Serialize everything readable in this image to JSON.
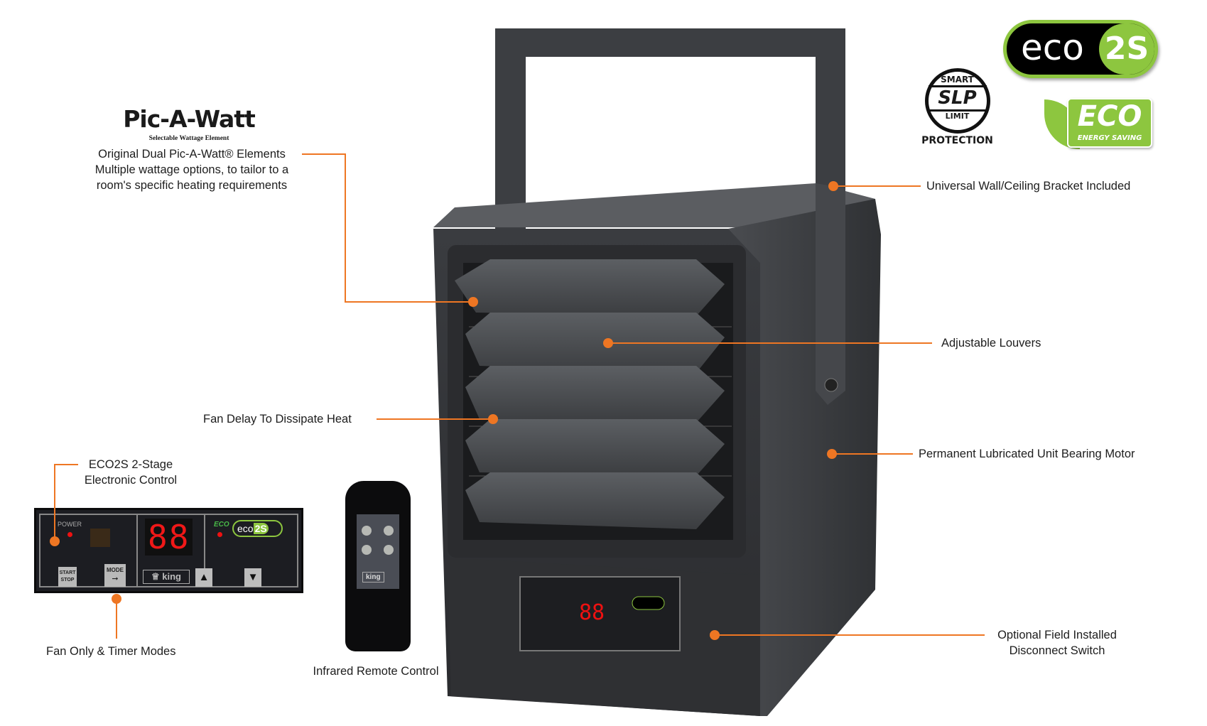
{
  "pic_a_watt": {
    "logo_title": "Pic-A-Watt",
    "logo_subtitle": "Selectable Wattage Element",
    "lines": [
      "Original Dual Pic-A-Watt® Elements",
      "Multiple wattage options, to tailor to a",
      "room's specific heating requirements"
    ]
  },
  "callouts": {
    "bracket": "Universal Wall/Ceiling Bracket Included",
    "louvers": "Adjustable Louvers",
    "fan_delay": "Fan Delay To Dissipate Heat",
    "motor": "Permanent Lubricated Unit Bearing Motor",
    "disconnect": [
      "Optional Field Installed",
      "Disconnect Switch"
    ],
    "eco2s_control": [
      "ECO2S 2-Stage",
      "Electronic Control"
    ],
    "fan_modes": "Fan Only & Timer Modes",
    "remote": "Infrared Remote Control"
  },
  "logos": {
    "slp": {
      "top": "SMART",
      "mid": "SLP",
      "bottom": "LIMIT",
      "caption": "PROTECTION"
    },
    "eco2s": {
      "left": "eco",
      "right": "2S"
    },
    "eco": {
      "big": "ECO",
      "small": "ENERGY SAVING"
    }
  },
  "control_panel": {
    "power": "POWER",
    "display": "88",
    "eco": "ECO",
    "start": "START",
    "stop": "STOP",
    "mode": "MODE",
    "brand": "king"
  },
  "colors": {
    "accent": "#ee7623",
    "eco_green": "#8dc63f",
    "body": "#3b3d40"
  }
}
